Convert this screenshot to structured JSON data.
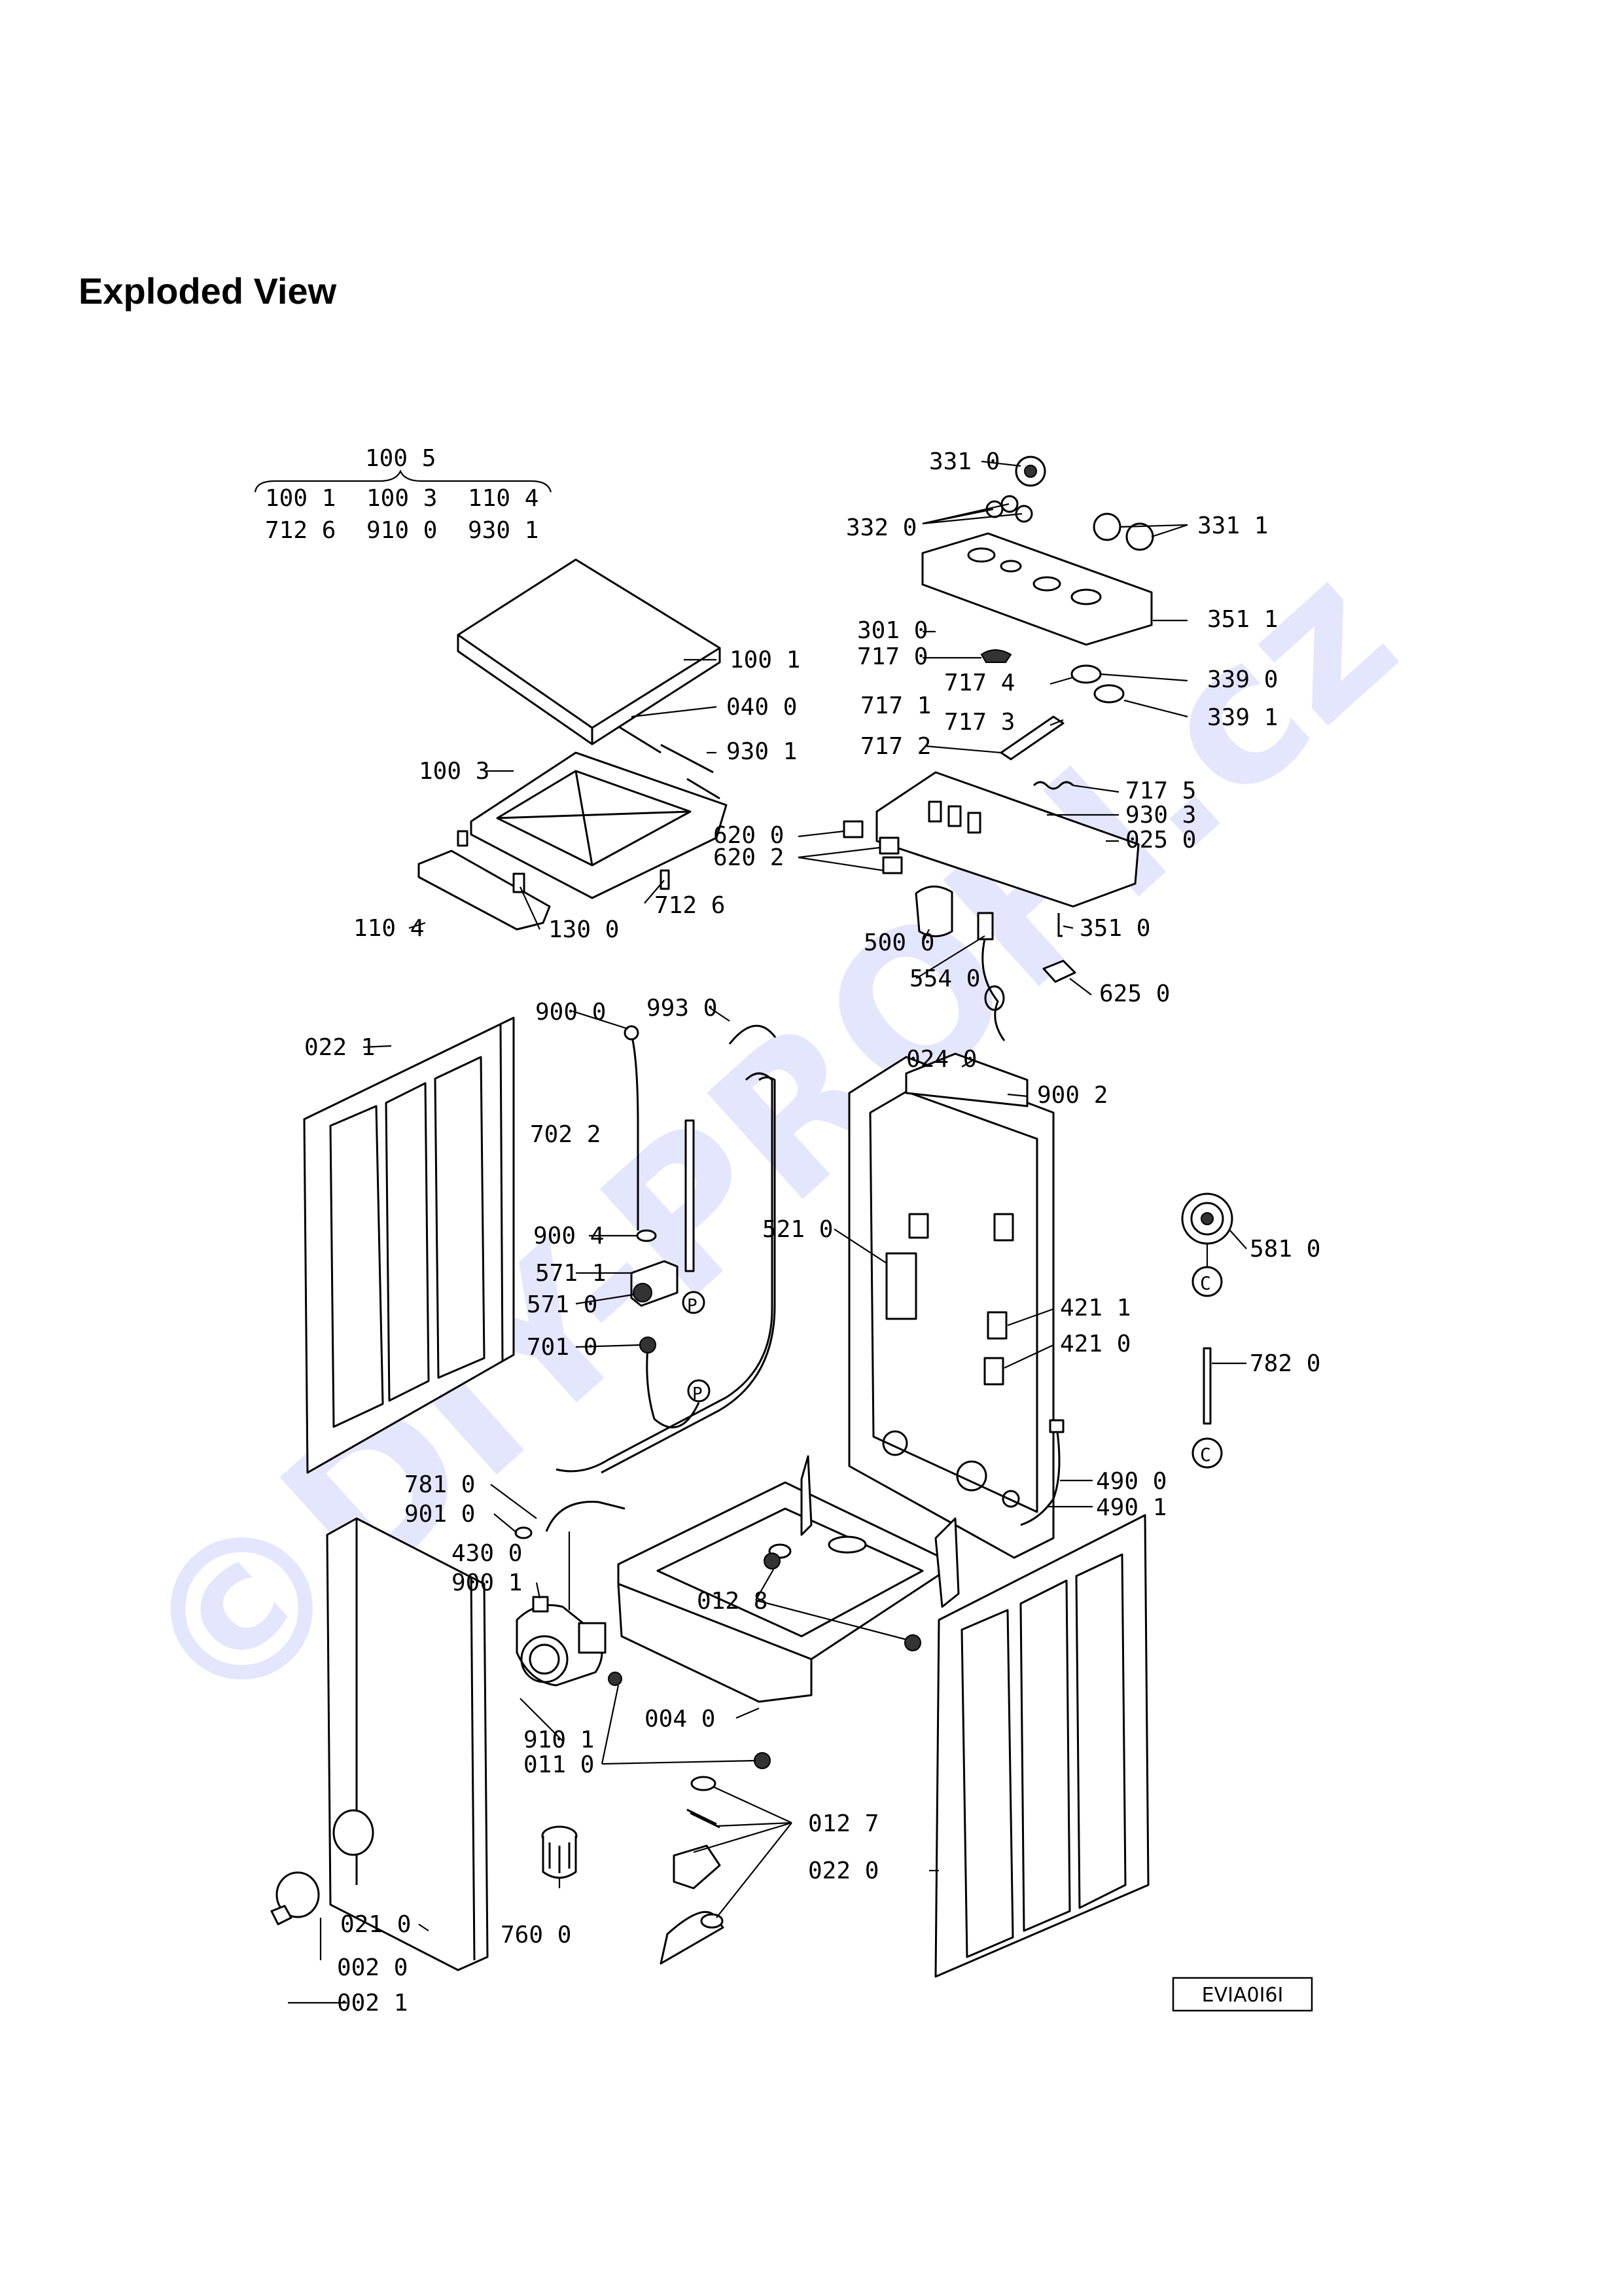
{
  "title": "Exploded View",
  "watermark": "©DIY-PROFI.cz",
  "drawing_code": "EVIA0I6I",
  "kit": {
    "main": "100 5",
    "row1": [
      "100 1",
      "100 3",
      "110 4"
    ],
    "row2": [
      "712 6",
      "910 0",
      "930 1"
    ]
  },
  "callout_marks": {
    "P": "P",
    "C": "C"
  },
  "part_labels": {
    "p331_0": "331 0",
    "p332_0": "332 0",
    "p331_1": "331 1",
    "p301_0": "301 0",
    "p351_1": "351 1",
    "p717_0": "717 0",
    "p717_4": "717 4",
    "p339_0": "339 0",
    "p717_1": "717 1",
    "p717_3": "717 3",
    "p339_1": "339 1",
    "p717_2": "717 2",
    "p717_5": "717 5",
    "p930_3": "930 3",
    "p025_0": "025 0",
    "p620_0": "620 0",
    "p620_2": "620 2",
    "p351_0": "351 0",
    "p500_0": "500 0",
    "p554_0": "554 0",
    "p625_0": "625 0",
    "p100_1": "100 1",
    "p040_0": "040 0",
    "p930_1": "930 1",
    "p100_3": "100 3",
    "p712_6": "712 6",
    "p110_4": "110 4",
    "p130_0": "130 0",
    "p900_0": "900 0",
    "p993_0": "993 0",
    "p022_1": "022 1",
    "p024_0": "024 0",
    "p900_2": "900 2",
    "p702_2": "702 2",
    "p900_4": "900 4",
    "p521_0": "521 0",
    "p571_1": "571 1",
    "p571_0": "571 0",
    "p701_0": "701 0",
    "p581_0": "581 0",
    "p421_1": "421 1",
    "p421_0": "421 0",
    "p782_0": "782 0",
    "p490_0": "490 0",
    "p490_1": "490 1",
    "p781_0": "781 0",
    "p901_0": "901 0",
    "p430_0": "430 0",
    "p900_1": "900 1",
    "p012_8": "012 8",
    "p004_0": "004 0",
    "p910_1": "910 1",
    "p011_0": "011 0",
    "p012_7": "012 7",
    "p022_0": "022 0",
    "p021_0": "021 0",
    "p760_0": "760 0",
    "p002_0": "002 0",
    "p002_1": "002 1"
  }
}
